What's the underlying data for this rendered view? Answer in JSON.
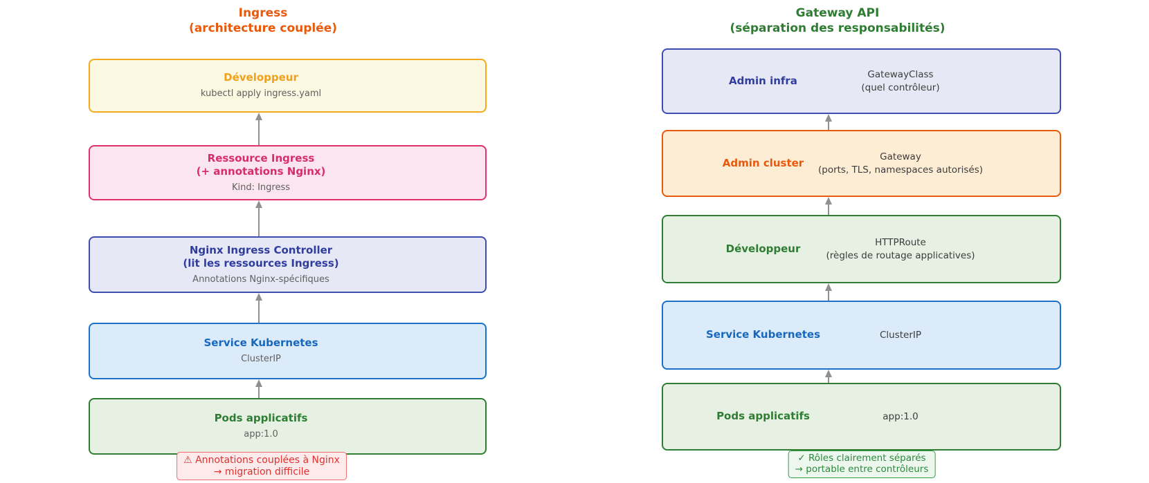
{
  "palette": {
    "arrow": "#909090",
    "yellow_box": {
      "fill": "#fdf8e1",
      "border": "#f5a81e",
      "text": "#efa11e"
    },
    "pink_box": {
      "fill": "#fbe5ef",
      "border": "#e0326e",
      "text": "#d62d6e"
    },
    "navy_box": {
      "fill": "#e7e8f6",
      "border": "#3d4db0",
      "text": "#2f3d9e"
    },
    "blue_box": {
      "fill": "#dcebfa",
      "border": "#1c70c8",
      "text": "#1668be"
    },
    "green_box": {
      "fill": "#e6f1e4",
      "border": "#2e7d32",
      "text": "#2e7d32"
    },
    "orange_box": {
      "fill": "#feedd5",
      "border": "#e8590c",
      "text": "#e8590c"
    },
    "left_title": "#e8590c",
    "right_title": "#2e7d32",
    "subtext": "#5f5f5f",
    "desctext": "#3c3c3c",
    "note_red": {
      "fill": "#fdeaea",
      "border": "#f56b6b",
      "text": "#e03131"
    },
    "note_green": {
      "fill": "#edf7ee",
      "border": "#2f9e44",
      "text": "#2b8a3e"
    }
  },
  "left_column": {
    "title_line1": "Ingress",
    "title_line2": "(architecture couplée)",
    "boxes": [
      {
        "line1": "Développeur",
        "subtitle": "kubectl apply ingress.yaml"
      },
      {
        "line1": "Ressource Ingress",
        "line2": "(+ annotations Nginx)",
        "subtitle": "Kind: Ingress"
      },
      {
        "line1": "Nginx Ingress Controller",
        "line2": "(lit les ressources Ingress)",
        "subtitle": "Annotations Nginx-spécifiques"
      },
      {
        "line1": "Service Kubernetes",
        "subtitle": "ClusterIP"
      },
      {
        "line1": "Pods applicatifs",
        "subtitle": "app:1.0"
      }
    ],
    "note_line1": "⚠ Annotations couplées à Nginx",
    "note_line2": "→ migration difficile"
  },
  "right_column": {
    "title_line1": "Gateway API",
    "title_line2": "(séparation des responsabilités)",
    "boxes": [
      {
        "role": "Admin infra",
        "desc_line1": "GatewayClass",
        "desc_line2": "(quel contrôleur)"
      },
      {
        "role": "Admin cluster",
        "desc_line1": "Gateway",
        "desc_line2": "(ports, TLS, namespaces autorisés)"
      },
      {
        "role": "Développeur",
        "desc_line1": "HTTPRoute",
        "desc_line2": "(règles de routage applicatives)"
      },
      {
        "role": "Service Kubernetes",
        "desc_line1": "ClusterIP"
      },
      {
        "role": "Pods applicatifs",
        "desc_line1": "app:1.0"
      }
    ],
    "note_line1": "✓ Rôles clairement séparés",
    "note_line2": "→ portable entre contrôleurs"
  }
}
